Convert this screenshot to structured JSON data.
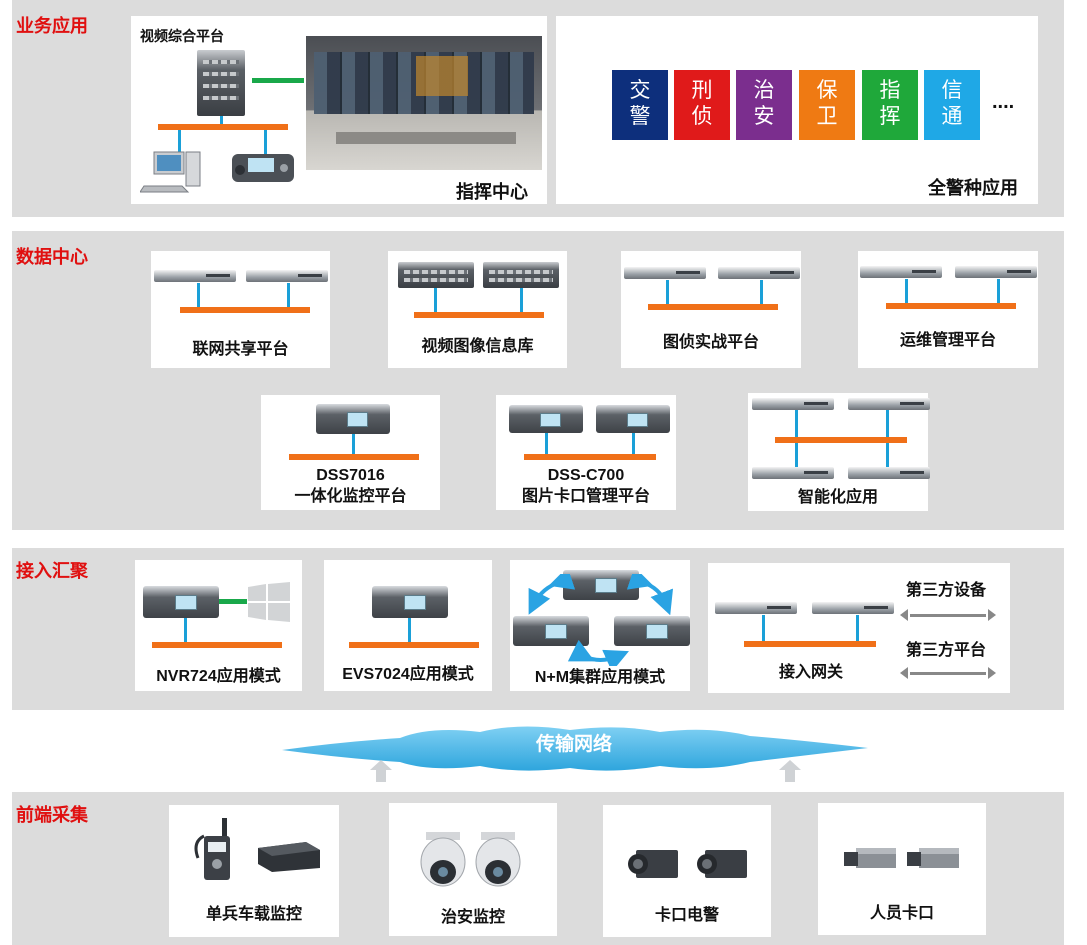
{
  "layers": {
    "business": {
      "title": "业务应用",
      "platform_label": "视频综合平台",
      "command_center": "指挥中心",
      "apps_caption": "全警种应用",
      "app_tiles": [
        {
          "line1": "交",
          "line2": "警",
          "color": "#0d2f7c"
        },
        {
          "line1": "刑",
          "line2": "侦",
          "color": "#e01a1a"
        },
        {
          "line1": "治",
          "line2": "安",
          "color": "#7b2e8e"
        },
        {
          "line1": "保",
          "line2": "卫",
          "color": "#ef7a13"
        },
        {
          "line1": "指",
          "line2": "挥",
          "color": "#1fa83a"
        },
        {
          "line1": "信",
          "line2": "通",
          "color": "#1fa8e6"
        }
      ],
      "more": "...."
    },
    "datacenter": {
      "title": "数据中心",
      "cards": [
        {
          "lines": [
            "联网共享平台"
          ]
        },
        {
          "lines": [
            "视频图像信息库"
          ]
        },
        {
          "lines": [
            "图侦实战平台"
          ]
        },
        {
          "lines": [
            "运维管理平台"
          ]
        },
        {
          "lines": [
            "DSS7016",
            "一体化监控平台"
          ]
        },
        {
          "lines": [
            "DSS-C700",
            "图片卡口管理平台"
          ]
        },
        {
          "lines": [
            "智能化应用"
          ]
        }
      ]
    },
    "access": {
      "title": "接入汇聚",
      "cards": [
        "NVR724应用模式",
        "EVS7024应用模式",
        "N+M集群应用模式",
        "接入网关"
      ],
      "third_party_device": "第三方设备",
      "third_party_platform": "第三方平台"
    },
    "network": {
      "label": "传输网络"
    },
    "frontend": {
      "title": "前端采集",
      "cards": [
        "单兵车载监控",
        "治安监控",
        "卡口电警",
        "人员卡口"
      ]
    }
  },
  "colors": {
    "layer_bg": "#dcdcdc",
    "title_red": "#e01010",
    "bus_orange": "#f07018",
    "link_blue": "#1aa0d8",
    "link_green": "#19a84a",
    "cloud_blue": "#37b3e4"
  }
}
